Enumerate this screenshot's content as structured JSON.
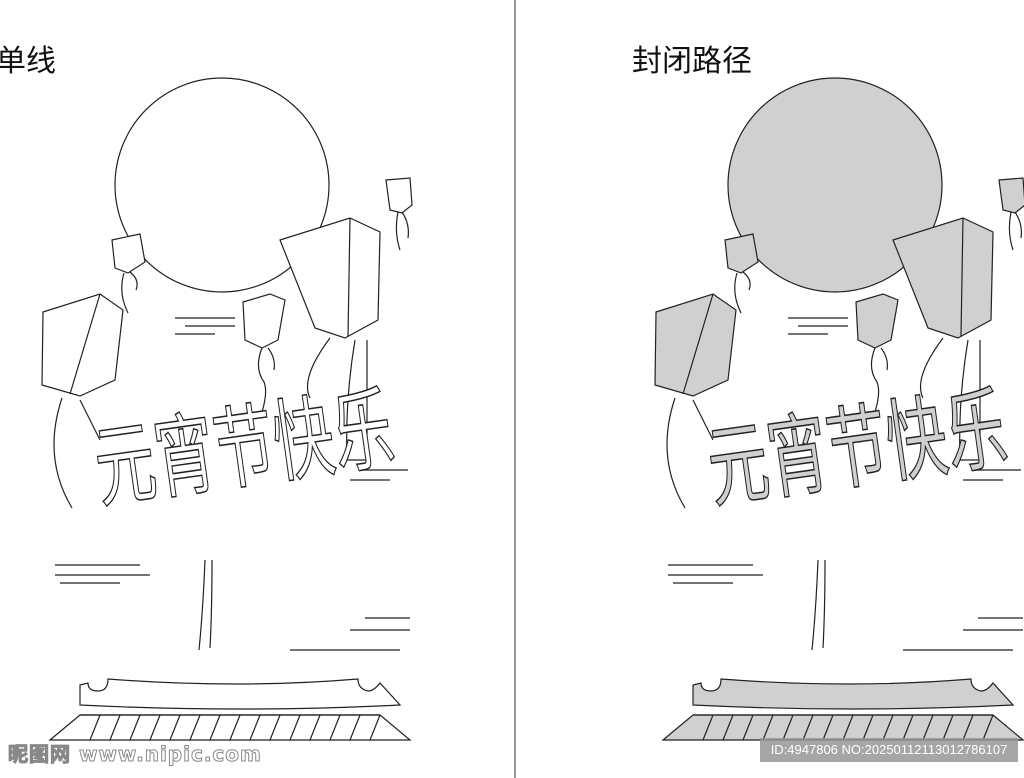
{
  "labels": {
    "left": "单线",
    "right": "封闭路径"
  },
  "artwork_text": "元宵节快乐",
  "watermark": {
    "site": "昵图网 www.nipic.com",
    "id": "ID:4947806 NO:20250112113012786107"
  },
  "colors": {
    "stroke": "#222222",
    "fill_closed": "#d0d0d0",
    "divider": "#555555"
  }
}
